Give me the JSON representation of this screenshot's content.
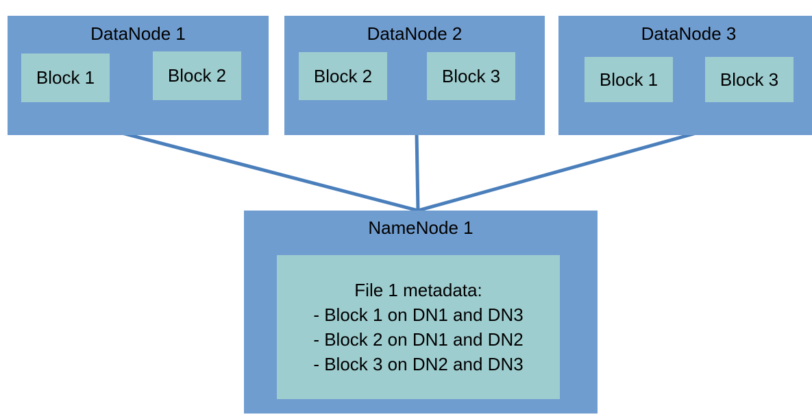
{
  "colors": {
    "node_fill": "#709dd0",
    "block_fill": "#9ecdcf",
    "connector": "#4a7fbb"
  },
  "datanodes": [
    {
      "title": "DataNode 1",
      "blocks": [
        "Block 1",
        "Block 2"
      ]
    },
    {
      "title": "DataNode 2",
      "blocks": [
        "Block 2",
        "Block 3"
      ]
    },
    {
      "title": "DataNode 3",
      "blocks": [
        "Block 1",
        "Block 3"
      ]
    }
  ],
  "namenode": {
    "title": "NameNode 1",
    "metadata": {
      "heading": "File 1 metadata:",
      "lines": [
        "- Block 1 on DN1 and DN3",
        "- Block 2 on DN1 and DN2",
        "- Block 3 on DN2 and DN3"
      ]
    }
  }
}
